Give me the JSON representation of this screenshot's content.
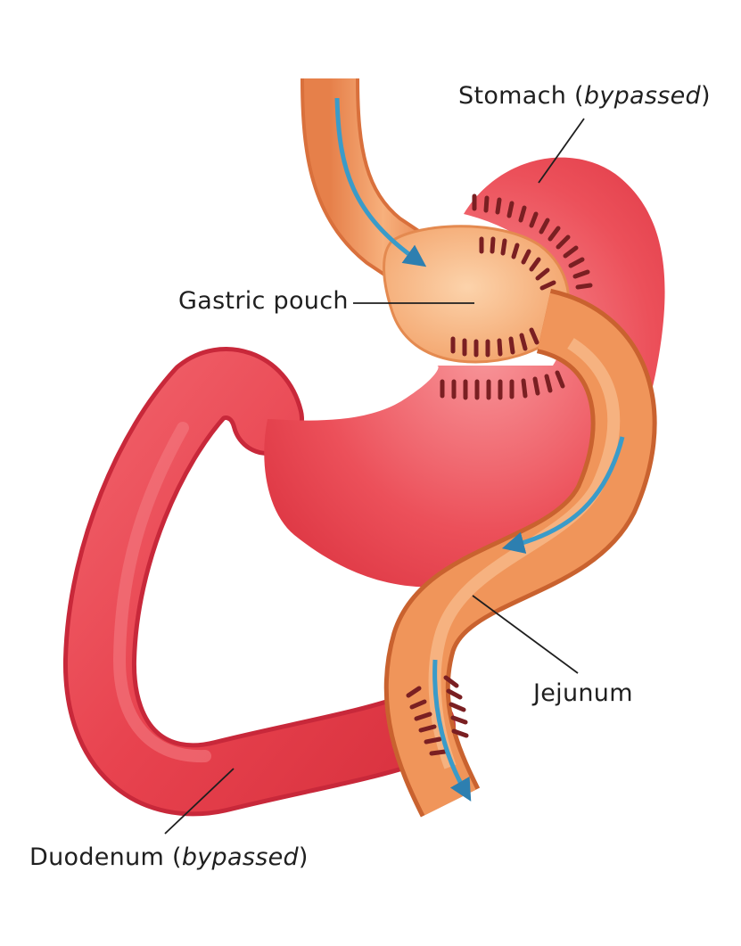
{
  "labels": {
    "stomach": {
      "text": "Stomach (",
      "italic": "bypassed",
      "close": ")"
    },
    "gastric_pouch": {
      "text": "Gastric pouch"
    },
    "jejunum": {
      "text": "Jejunum"
    },
    "duodenum": {
      "text": "Duodenum (",
      "italic": "bypassed",
      "close": ")"
    }
  },
  "colors": {
    "stomach_red": "#e8434f",
    "stomach_light": "#f47a80",
    "intestine_orange": "#f0955a",
    "pouch_peach": "#f8bf90",
    "staple_dark": "#7a1f22",
    "flow_arrow": "#3a9bc9"
  }
}
